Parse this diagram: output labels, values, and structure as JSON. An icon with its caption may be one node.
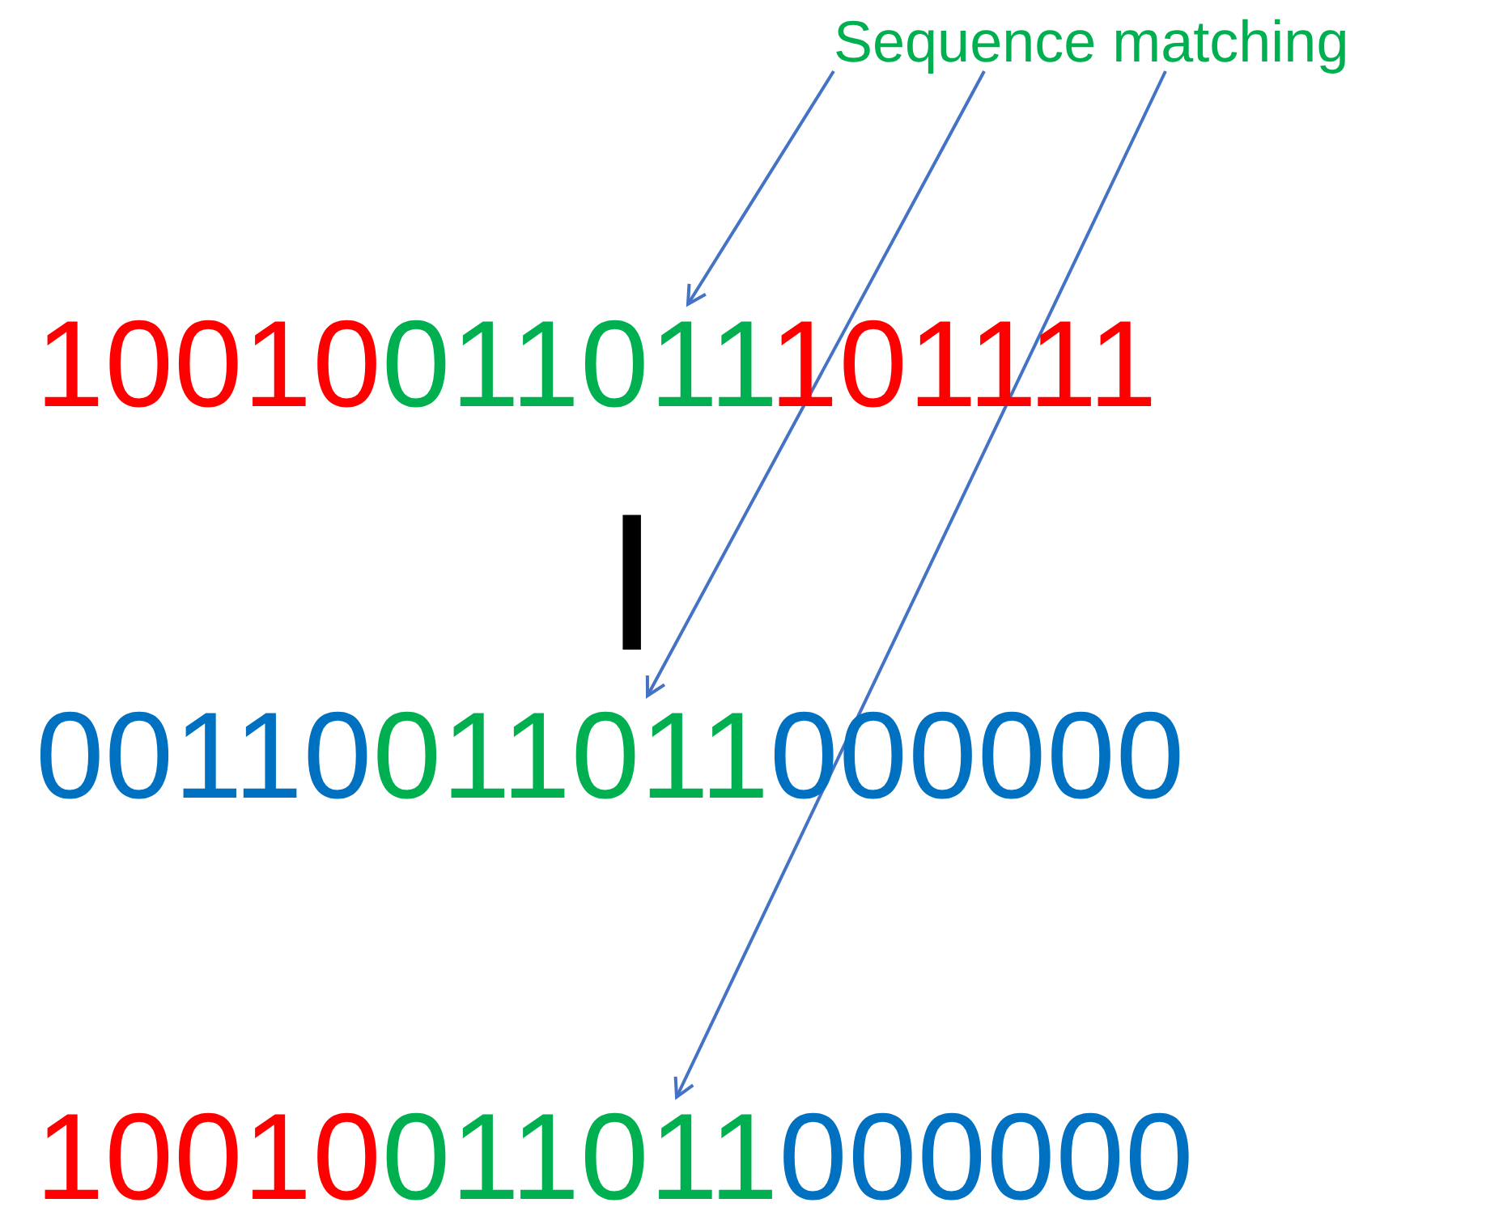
{
  "diagram": {
    "nodes": [
      {
        "text": [
          "Sequence matching"
        ]
      },
      {
        "text": [
          "10010",
          "011011",
          "101111"
        ]
      },
      {
        "text": [
          "00110",
          "011011",
          "000000"
        ]
      },
      {
        "text": [
          "10010",
          "011011",
          "000000"
        ]
      }
    ],
    "edges": [
      {
        "from": 0,
        "to": 1,
        "arrow": "to"
      },
      {
        "from": 0,
        "to": 2,
        "arrow": "to"
      },
      {
        "from": 0,
        "to": 3,
        "arrow": "to"
      }
    ],
    "labels": [
      "|"
    ]
  }
}
